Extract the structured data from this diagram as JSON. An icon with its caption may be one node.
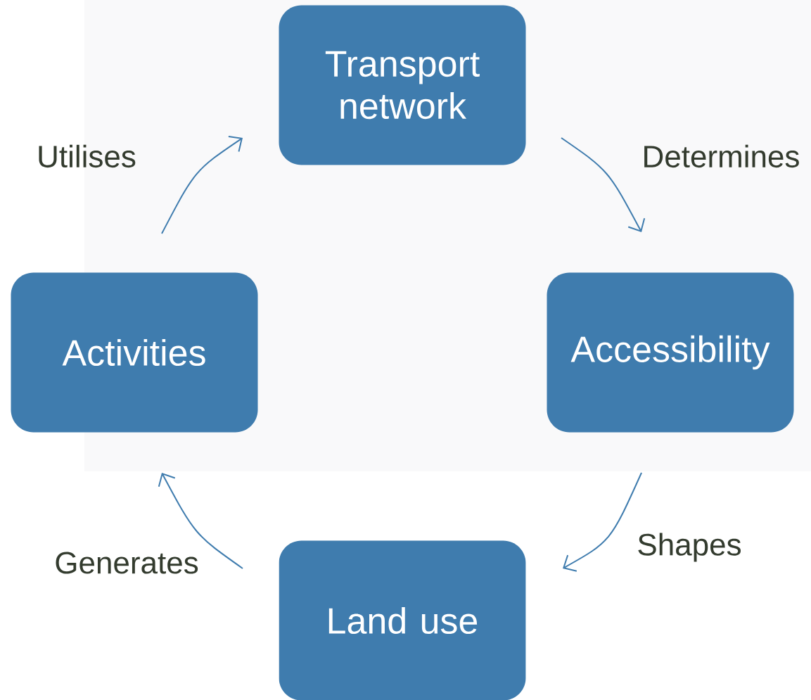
{
  "diagram": {
    "nodes": [
      {
        "text": [
          "Transport network"
        ]
      },
      {
        "text": [
          "Accessibility"
        ]
      },
      {
        "text": [
          "Land use"
        ]
      },
      {
        "text": [
          "Activities"
        ]
      }
    ],
    "edges": [
      {
        "from": 0,
        "to": 1,
        "arrow": "to",
        "label": "Determines"
      },
      {
        "from": 1,
        "to": 2,
        "arrow": "to",
        "label": "Shapes"
      },
      {
        "from": 2,
        "to": 3,
        "arrow": "to",
        "label": "Generates"
      },
      {
        "from": 3,
        "to": 0,
        "arrow": "to",
        "label": "Utilises"
      }
    ]
  }
}
